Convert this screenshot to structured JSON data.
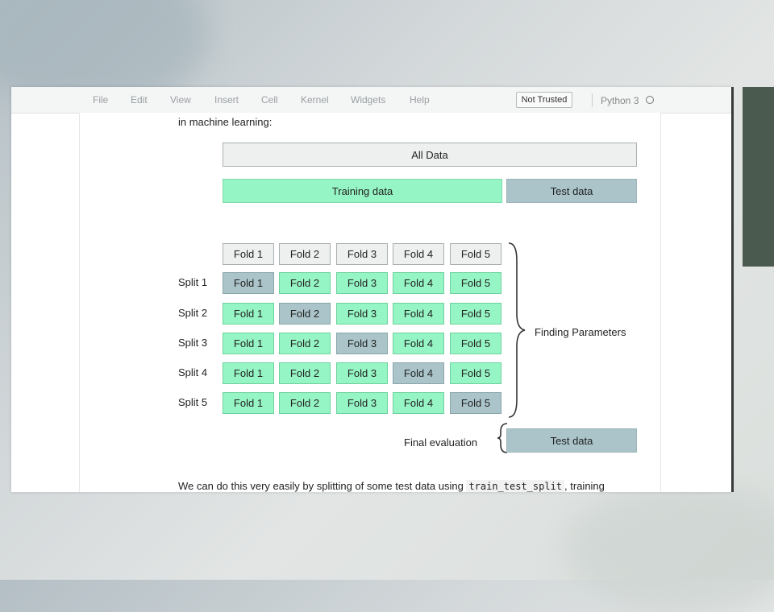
{
  "menu": [
    "File",
    "Edit",
    "View",
    "Insert",
    "Cell",
    "Kernel",
    "Widgets",
    "Help"
  ],
  "trust_status": "Not Trusted",
  "kernel": "Python 3",
  "intro_text": "in machine learning:",
  "diagram": {
    "all_data": "All Data",
    "training_data": "Training data",
    "test_data": "Test data",
    "fold_headers": [
      "Fold 1",
      "Fold 2",
      "Fold 3",
      "Fold 4",
      "Fold 5"
    ],
    "splits": [
      {
        "label": "Split 1",
        "folds": [
          "Fold 1",
          "Fold 2",
          "Fold 3",
          "Fold 4",
          "Fold 5"
        ],
        "test_index": 0
      },
      {
        "label": "Split 2",
        "folds": [
          "Fold 1",
          "Fold 2",
          "Fold 3",
          "Fold 4",
          "Fold 5"
        ],
        "test_index": 1
      },
      {
        "label": "Split 3",
        "folds": [
          "Fold 1",
          "Fold 2",
          "Fold 3",
          "Fold 4",
          "Fold 5"
        ],
        "test_index": 2
      },
      {
        "label": "Split 4",
        "folds": [
          "Fold 1",
          "Fold 2",
          "Fold 3",
          "Fold 4",
          "Fold 5"
        ],
        "test_index": 3
      },
      {
        "label": "Split 5",
        "folds": [
          "Fold 1",
          "Fold 2",
          "Fold 3",
          "Fold 4",
          "Fold 5"
        ],
        "test_index": 4
      }
    ],
    "finding_parameters": "Finding Parameters",
    "final_evaluation": "Final evaluation",
    "final_test_data": "Test data"
  },
  "bottom_text": {
    "before": "We can do this very easily by splitting of some test data using ",
    "code": "train_test_split",
    "after": ", training"
  },
  "colors": {
    "train": "#96f5c5",
    "test": "#aac4c9",
    "header": "#eef0f0"
  }
}
